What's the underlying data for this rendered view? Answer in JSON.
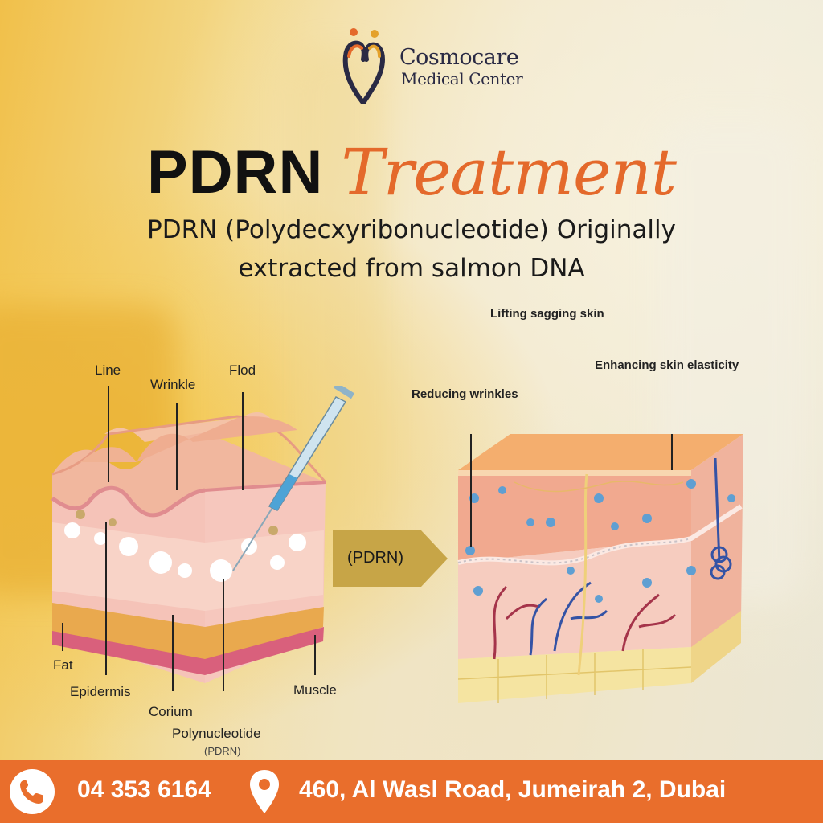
{
  "brand": {
    "name": "Cosmocare",
    "subtitle": "Medical Center"
  },
  "title": {
    "main": "PDRN",
    "script": "Treatment"
  },
  "subtitle": {
    "line1": "PDRN (Polydecxyribonucleotide) Originally",
    "line2": "extracted from salmon DNA"
  },
  "before_labels": {
    "line": "Line",
    "wrinkle": "Wrinkle",
    "flod": "Flod",
    "fat": "Fat",
    "epidermis": "Epidermis",
    "corium": "Corium",
    "muscle": "Muscle",
    "polynucleotide": "Polynucleotide",
    "pdrn_small": "(PDRN)"
  },
  "arrow_label": "(PDRN)",
  "after_labels": {
    "lifting": "Lifting sagging skin",
    "elasticity": "Enhancing skin elasticity",
    "wrinkles": "Reducing wrinkles"
  },
  "footer": {
    "phone": "04 353 6164",
    "address": "460, Al Wasl Road, Jumeirah 2, Dubai"
  },
  "colors": {
    "accent": "#e96e2c",
    "title": "#111111",
    "background_warm": "#f1c04a"
  },
  "icons": {
    "phone": "phone-icon",
    "location": "location-pin-icon"
  }
}
